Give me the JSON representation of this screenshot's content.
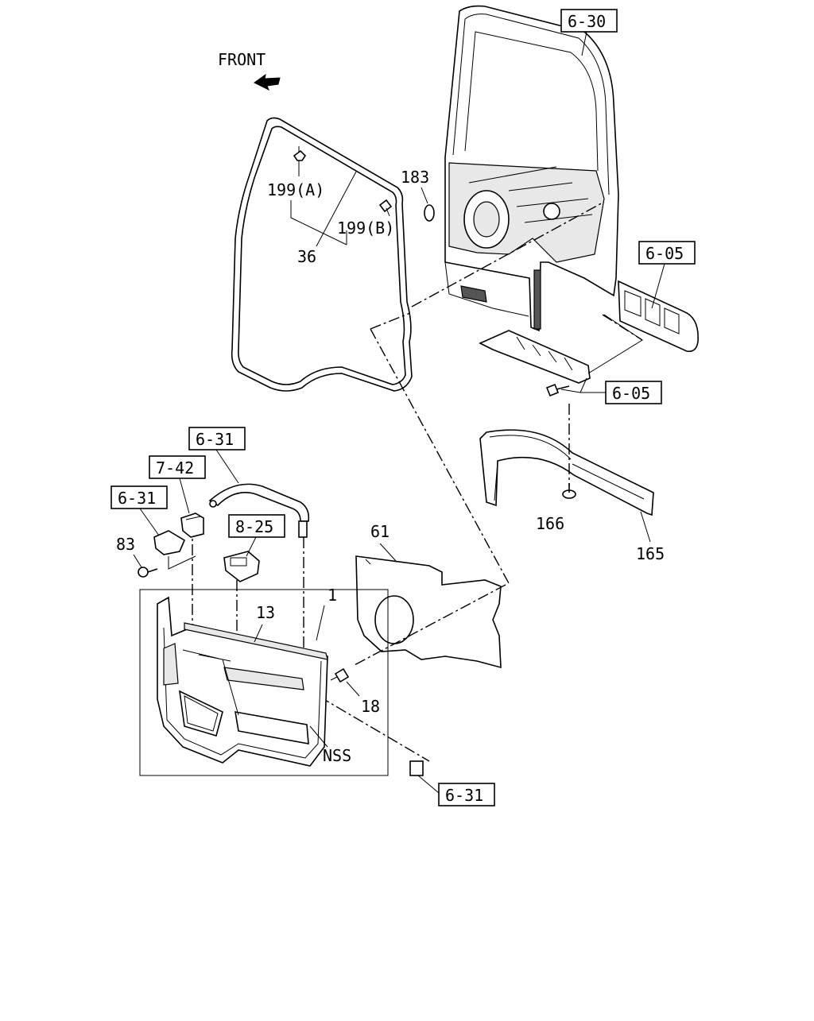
{
  "front_label": "FRONT",
  "ref_boxes": {
    "door_frame_ref": "6-30",
    "trim_ref_upper": "6-05",
    "trim_ref_lower": "6-05",
    "handle_ref": "6-31",
    "switch_ref": "7-42",
    "pocket_ref": "6-31",
    "window_switch_ref": "8-25",
    "cap_ref": "6-31"
  },
  "callouts": {
    "clip_a": "199(A)",
    "clip_b": "199(B)",
    "weatherstrip": "36",
    "plug": "183",
    "screw": "166",
    "garnish": "165",
    "sealing_screen": "61",
    "screw_83": "83",
    "trim_panel": "1",
    "armrest": "13",
    "clip_18": "18",
    "nss": "NSS"
  }
}
